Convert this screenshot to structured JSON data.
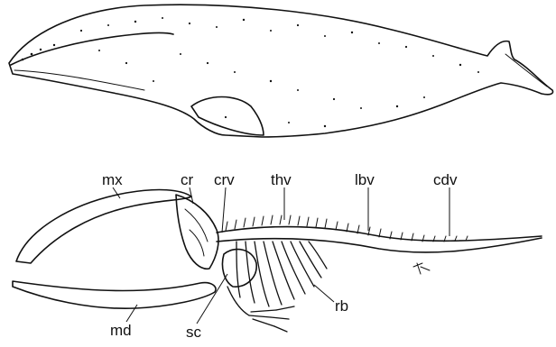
{
  "labels": {
    "mx": "mx",
    "cr": "cr",
    "crv": "crv",
    "thv": "thv",
    "lbv": "lbv",
    "cdv": "cdv",
    "md": "md",
    "sc": "sc",
    "rb": "rb"
  },
  "colors": {
    "ink": "#111111",
    "background": "#ffffff"
  }
}
